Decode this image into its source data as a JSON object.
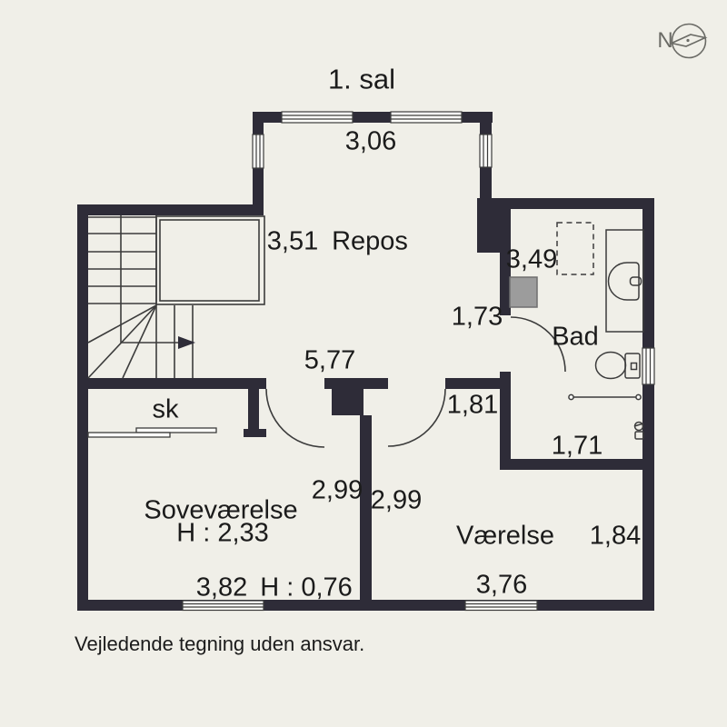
{
  "title": "1. sal",
  "compass_label": "N",
  "footer": "Vejledende tegning uden ansvar.",
  "rooms": {
    "repos": "Repos",
    "bad": "Bad",
    "sk": "sk",
    "sovevaerelse": "Soveværelse",
    "vaerelse": "Værelse"
  },
  "heights": {
    "sovevaerelse": "H : 2,33",
    "sovevaerelse_low": "H : 0,76"
  },
  "dimensions": {
    "dormer_width": "3,06",
    "repos_depth": "3,51",
    "bad_depth": "3,49",
    "bad_entry": "1,73",
    "hall_width": "5,77",
    "vaerelse_entry": "1,81",
    "bad_width": "1,71",
    "sove_depth": "2,99",
    "vaerelse_depth": "2,99",
    "vaerelse_east": "1,84",
    "sove_width": "3,82",
    "vaerelse_width": "3,76"
  },
  "icons": {
    "compass": "compass-icon",
    "stairs": "stairs-icon",
    "skylight": "skylight-dashed-icon",
    "duct": "gray-duct-block",
    "sink": "sink-icon",
    "toilet": "toilet-icon",
    "towel_rail": "towel-rail-icon",
    "toilet_paper": "toilet-paper-holder-icon"
  },
  "colors": {
    "bg": "#f0efe8",
    "wall": "#2e2c38",
    "line": "#3c3c3c",
    "window": "#fcfcf9",
    "gray-block": "#9c9c9c",
    "gray-block-border": "#6f6f6f",
    "text": "#1b1b1b",
    "compass": "#6b6b66"
  }
}
